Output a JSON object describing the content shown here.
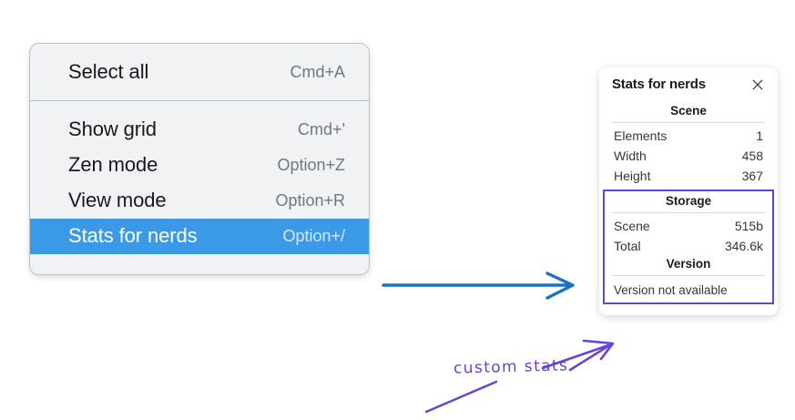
{
  "menu": {
    "groups": [
      {
        "items": [
          {
            "label": "Select all",
            "shortcut": "Cmd+A",
            "selected": false
          }
        ]
      },
      {
        "items": [
          {
            "label": "Show grid",
            "shortcut": "Cmd+'",
            "selected": false
          },
          {
            "label": "Zen mode",
            "shortcut": "Option+Z",
            "selected": false
          },
          {
            "label": "View mode",
            "shortcut": "Option+R",
            "selected": false
          },
          {
            "label": "Stats for nerds",
            "shortcut": "Option+/",
            "selected": true
          }
        ]
      }
    ],
    "highlight_color": "#3b9ae8"
  },
  "stats_panel": {
    "title": "Stats for nerds",
    "close_icon": "close-icon",
    "sections": [
      {
        "heading": "Scene",
        "rows": [
          {
            "label": "Elements",
            "value": "1"
          },
          {
            "label": "Width",
            "value": "458"
          },
          {
            "label": "Height",
            "value": "367"
          }
        ]
      },
      {
        "heading": "Storage",
        "rows": [
          {
            "label": "Scene",
            "value": "515b"
          },
          {
            "label": "Total",
            "value": "346.6k"
          }
        ]
      },
      {
        "heading": "Version",
        "note": "Version not available"
      }
    ]
  },
  "annotations": {
    "label": "custom stats",
    "label_color": "#6741d9",
    "arrow_color": "#1971c2",
    "pointer_color": "#6741d9"
  }
}
